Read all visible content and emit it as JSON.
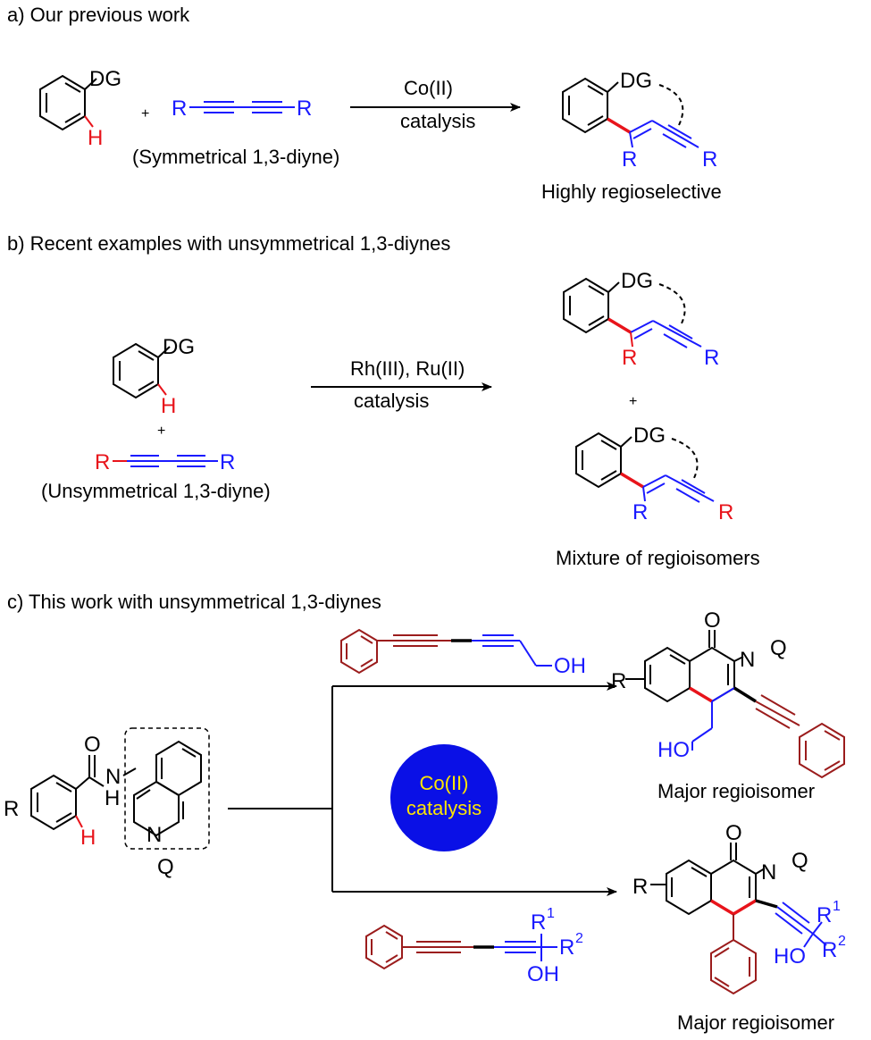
{
  "colors": {
    "black": "#000000",
    "red": "#e8141b",
    "blue": "#1a1aff",
    "maroon": "#9b1c1c",
    "circle": "#0a10e6",
    "circle_text": "#ffe600"
  },
  "panel_a": {
    "heading": "a) Our previous work",
    "dg": "DG",
    "h": "H",
    "plus": "+",
    "r_left": "R",
    "r_right": "R",
    "reagent_caption": "(Symmetrical 1,3-diyne)",
    "arrow_top": "Co(II)",
    "arrow_bottom": "catalysis",
    "prod_dg": "DG",
    "prod_r1": "R",
    "prod_r2": "R",
    "product_caption": "Highly regioselective"
  },
  "panel_b": {
    "heading": "b) Recent examples with unsymmetrical 1,3-diynes",
    "dg": "DG",
    "h": "H",
    "plus": "+",
    "r_left": "R",
    "r_right": "R",
    "reagent_caption": "(Unsymmetrical 1,3-diyne)",
    "arrow_top": "Rh(III), Ru(II)",
    "arrow_bottom": "catalysis",
    "p1_dg": "DG",
    "p1_r1": "R",
    "p1_r2": "R",
    "products_plus": "+",
    "p2_dg": "DG",
    "p2_r1": "R",
    "p2_r2": "R",
    "product_caption": "Mixture of regioisomers"
  },
  "panel_c": {
    "heading": "c) This work with unsymmetrical 1,3-diynes",
    "sm_r": "R",
    "sm_o": "O",
    "sm_n": "N",
    "sm_h": "H",
    "sm_h_red": "H",
    "sm_nq": "N",
    "sm_q": "Q",
    "diyne_top_oh": "OH",
    "catalyst_line1": "Co(II)",
    "catalyst_line2": "catalysis",
    "prod1_r": "R",
    "prod1_o": "O",
    "prod1_n": "N",
    "prod1_q": "Q",
    "prod1_ho": "HO",
    "prod1_caption": "Major regioisomer",
    "diyne_bot_r1": "R",
    "diyne_bot_r1_sup": "1",
    "diyne_bot_r2": "R",
    "diyne_bot_r2_sup": "2",
    "diyne_bot_oh": "OH",
    "prod2_r": "R",
    "prod2_o": "O",
    "prod2_n": "N",
    "prod2_q": "Q",
    "prod2_r1": "R",
    "prod2_r1_sup": "1",
    "prod2_ho": "HO",
    "prod2_r2": "R",
    "prod2_r2_sup": "2",
    "prod2_caption": "Major regioisomer"
  }
}
